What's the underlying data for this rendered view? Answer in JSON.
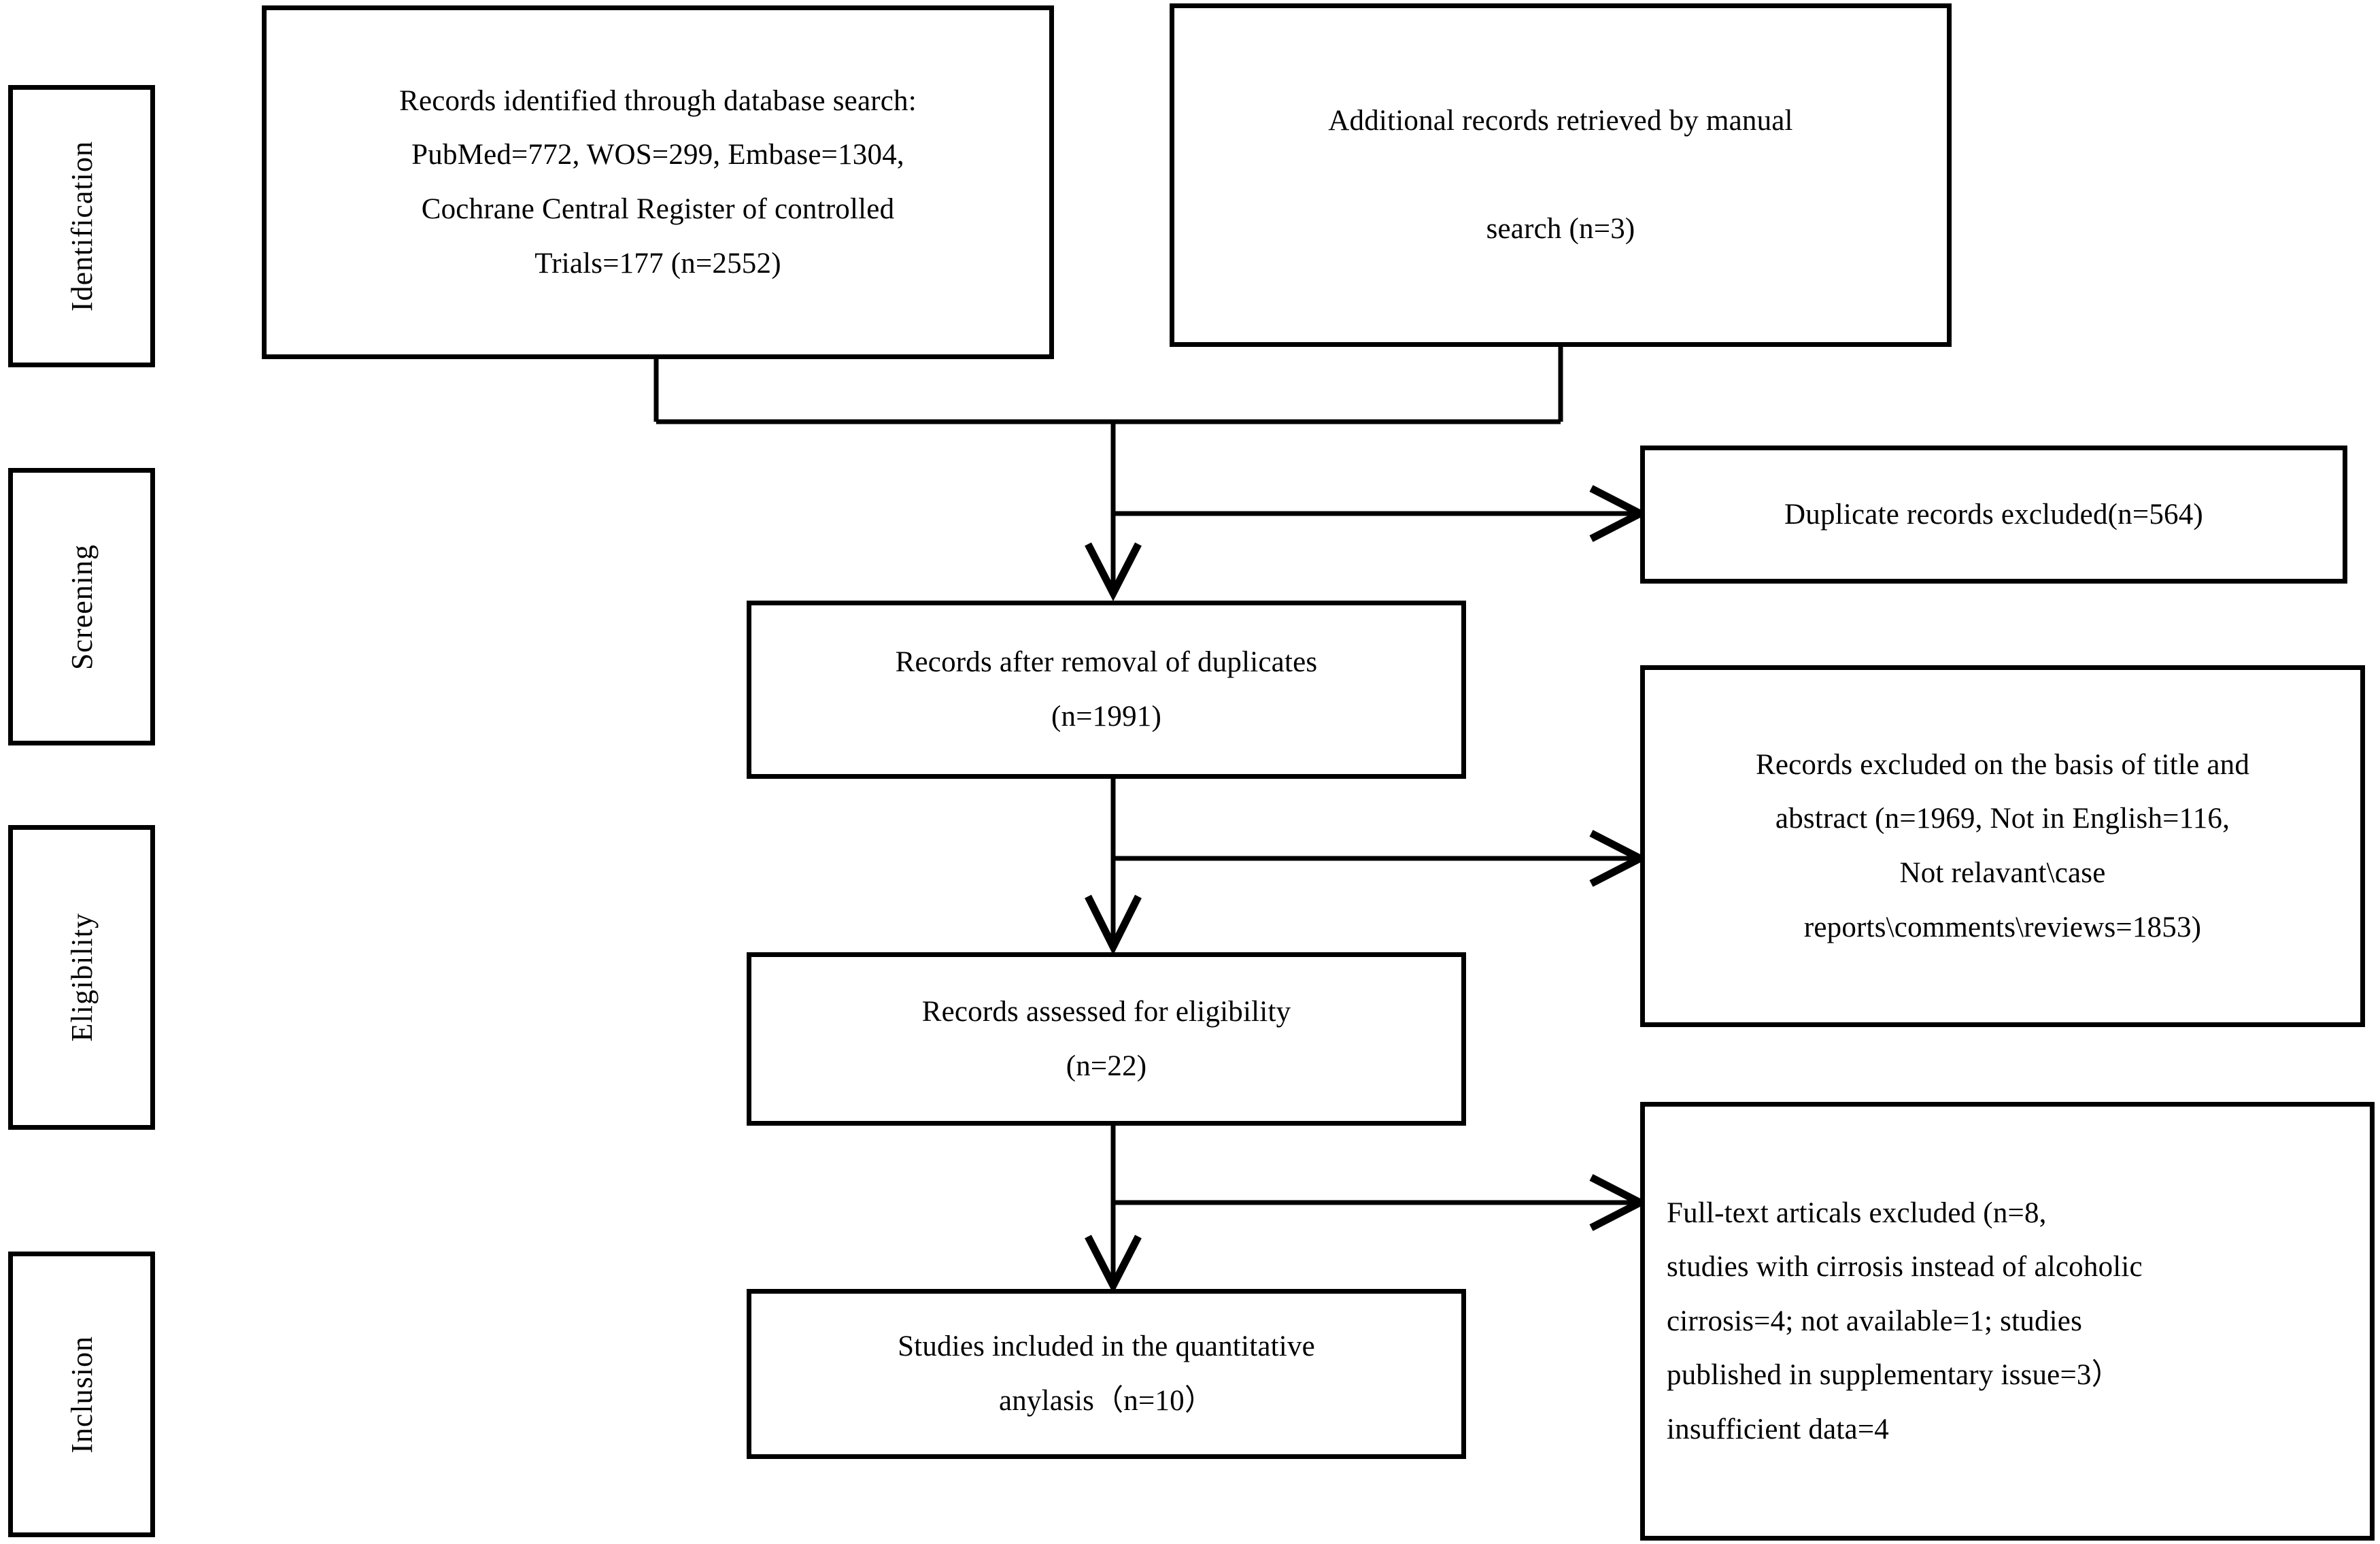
{
  "diagram": {
    "title": "PRISMA study selection flow diagram",
    "type": "prisma-flow",
    "line_color": "#000000",
    "background_color": "#ffffff"
  },
  "stages": [
    {
      "id": "identification",
      "label": "Identification"
    },
    {
      "id": "screening",
      "label": "Screening"
    },
    {
      "id": "eligibility",
      "label": "Eligibility"
    },
    {
      "id": "inclusion",
      "label": "Inclusion"
    }
  ],
  "boxes": {
    "database_search": {
      "lines": [
        "Records identified through database search:",
        "PubMed=772, WOS=299, Embase=1304,",
        "Cochrane Central Register of controlled",
        "Trials=177 (n=2552)"
      ]
    },
    "manual_search": {
      "lines": [
        "Additional records retrieved by manual",
        "search (n=3)"
      ]
    },
    "duplicates_excluded": {
      "lines": [
        "Duplicate records excluded(n=564)"
      ]
    },
    "after_duplicates": {
      "lines": [
        "Records after removal of duplicates",
        "(n=1991)"
      ]
    },
    "title_abstract_excluded": {
      "lines": [
        "Records excluded on the basis of title and",
        "abstract (n=1969, Not in English=116,",
        "Not relavant\\case",
        "reports\\comments\\reviews=1853)"
      ]
    },
    "assessed_eligibility": {
      "lines": [
        "Records assessed for eligibility",
        "(n=22)"
      ]
    },
    "fulltext_excluded": {
      "lines": [
        "Full-text articals excluded (n=8,",
        " studies with cirrosis instead of alcoholic",
        "cirrosis=4; not available=1; studies",
        "published in supplementary issue=3）",
        "insufficient data=4"
      ]
    },
    "included_studies": {
      "lines": [
        "Studies included in the quantitative",
        "anylasis（n=10）"
      ]
    }
  },
  "chart_data": {
    "type": "table",
    "title": "PRISMA study selection counts",
    "records": [
      {
        "stage": "Identification",
        "source": "PubMed",
        "n": 772
      },
      {
        "stage": "Identification",
        "source": "WOS",
        "n": 299
      },
      {
        "stage": "Identification",
        "source": "Embase",
        "n": 1304
      },
      {
        "stage": "Identification",
        "source": "Cochrane Central Register of controlled Trials",
        "n": 177
      },
      {
        "stage": "Identification",
        "source": "Database search total",
        "n": 2552
      },
      {
        "stage": "Identification",
        "source": "Additional records retrieved by manual search",
        "n": 3
      },
      {
        "stage": "Screening",
        "source": "Duplicate records excluded",
        "n": 564
      },
      {
        "stage": "Screening",
        "source": "Records after removal of duplicates",
        "n": 1991
      },
      {
        "stage": "Screening",
        "source": "Records excluded on the basis of title and abstract",
        "n": 1969
      },
      {
        "stage": "Screening",
        "source": "Not in English",
        "n": 116
      },
      {
        "stage": "Screening",
        "source": "Not relavant\\case reports\\comments\\reviews",
        "n": 1853
      },
      {
        "stage": "Eligibility",
        "source": "Records assessed for eligibility",
        "n": 22
      },
      {
        "stage": "Eligibility",
        "source": "Full-text articals excluded",
        "n": 8
      },
      {
        "stage": "Eligibility",
        "source": "studies with cirrosis instead of alcoholic cirrosis",
        "n": 4
      },
      {
        "stage": "Eligibility",
        "source": "not available",
        "n": 1
      },
      {
        "stage": "Eligibility",
        "source": "studies published in supplementary issue",
        "n": 3
      },
      {
        "stage": "Eligibility",
        "source": "insufficient data",
        "n": 4
      },
      {
        "stage": "Inclusion",
        "source": "Studies included in the quantitative anylasis",
        "n": 10
      }
    ]
  }
}
